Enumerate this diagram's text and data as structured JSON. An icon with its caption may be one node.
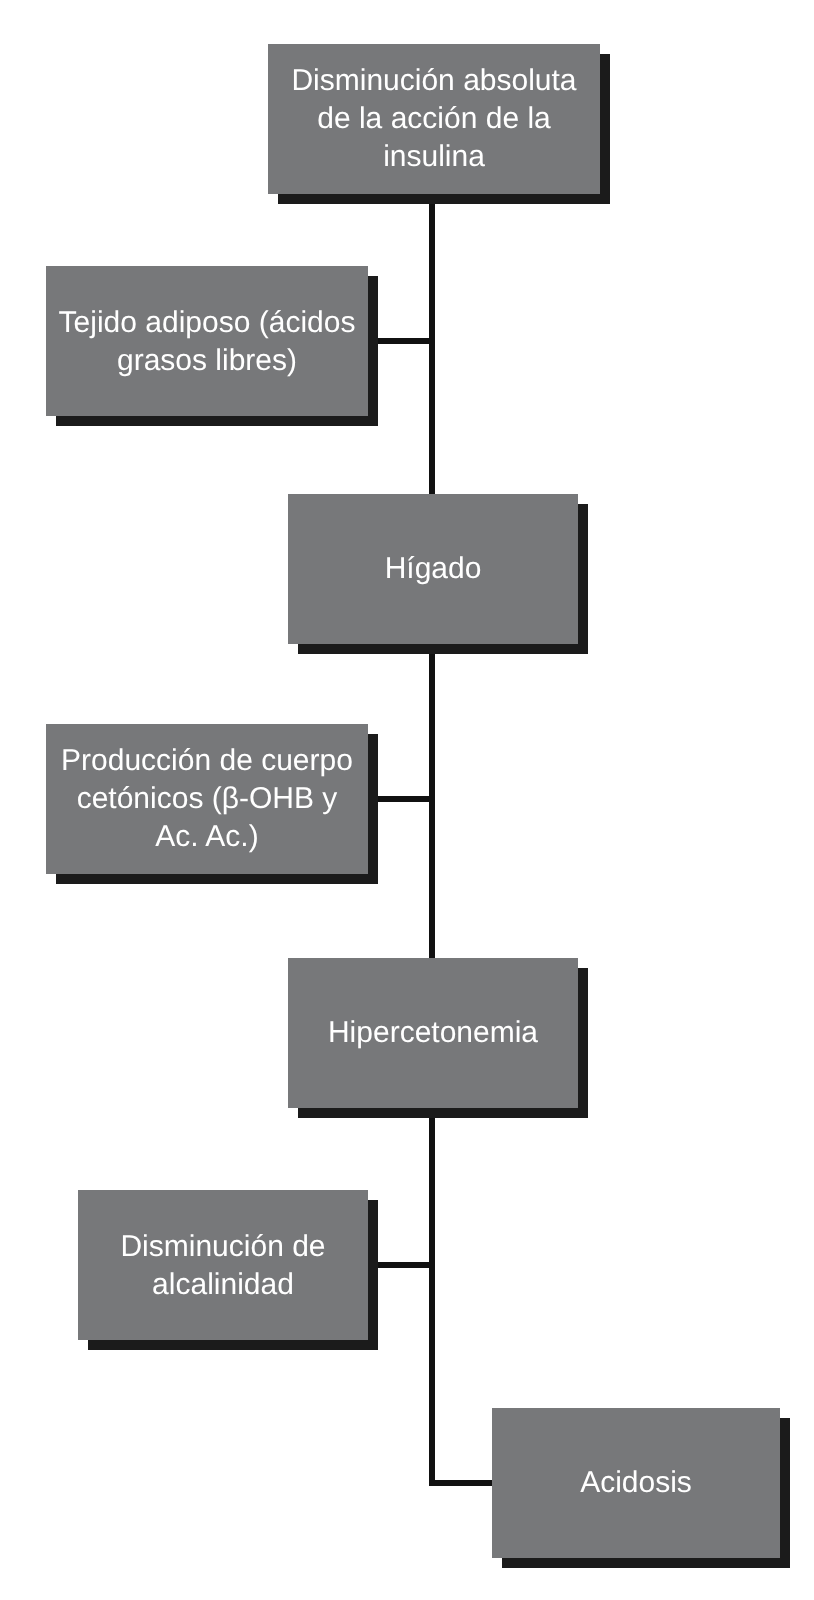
{
  "diagram": {
    "nodes": [
      {
        "text": [
          "Disminución absoluta de la acción de la insulina"
        ]
      },
      {
        "text": [
          "Tejido adiposo (ácidos grasos libres)"
        ]
      },
      {
        "text": [
          "Hígado"
        ]
      },
      {
        "text": [
          "Producción de cuerpo cetónicos (β-OHB y Ac. Ac.)"
        ]
      },
      {
        "text": [
          "Hipercetonemia"
        ]
      },
      {
        "text": [
          "Disminución de alcalinidad"
        ]
      },
      {
        "text": [
          "Acidosis"
        ]
      }
    ],
    "edges": [
      {
        "from": 0,
        "to": 2,
        "arrow": "none"
      },
      {
        "from": 1,
        "to": 2,
        "arrow": "none"
      },
      {
        "from": 2,
        "to": 4,
        "arrow": "none"
      },
      {
        "from": 3,
        "to": 4,
        "arrow": "none"
      },
      {
        "from": 4,
        "to": 6,
        "arrow": "none"
      },
      {
        "from": 5,
        "to": 6,
        "arrow": "none"
      }
    ]
  }
}
